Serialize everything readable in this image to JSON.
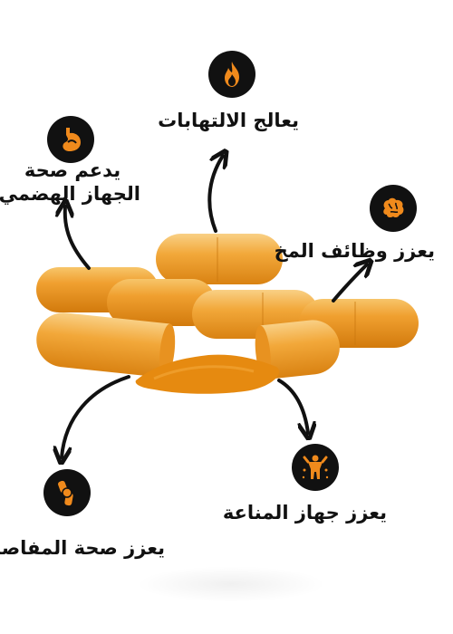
{
  "colors": {
    "accent": "#f08a1c",
    "capsule": "#f0a030",
    "capsule_shade": "#d97f10",
    "powder": "#e68a10",
    "badge": "#111111",
    "arrow": "#111111"
  },
  "benefits": [
    {
      "id": "inflammation",
      "label": "يعالج الالتهابات",
      "icon": "flame-icon"
    },
    {
      "id": "digestive",
      "label_line1": "يدعم صحة",
      "label_line2": "الجهاز الهضمي",
      "icon": "stomach-icon"
    },
    {
      "id": "brain",
      "label": "يعزز وظائف المخ",
      "icon": "brain-icon"
    },
    {
      "id": "joints",
      "label": "يعزز صحة المفاصل",
      "icon": "knee-joint-icon"
    },
    {
      "id": "immunity",
      "label": "يعزز جهاز المناعة",
      "icon": "immune-body-icon"
    }
  ]
}
